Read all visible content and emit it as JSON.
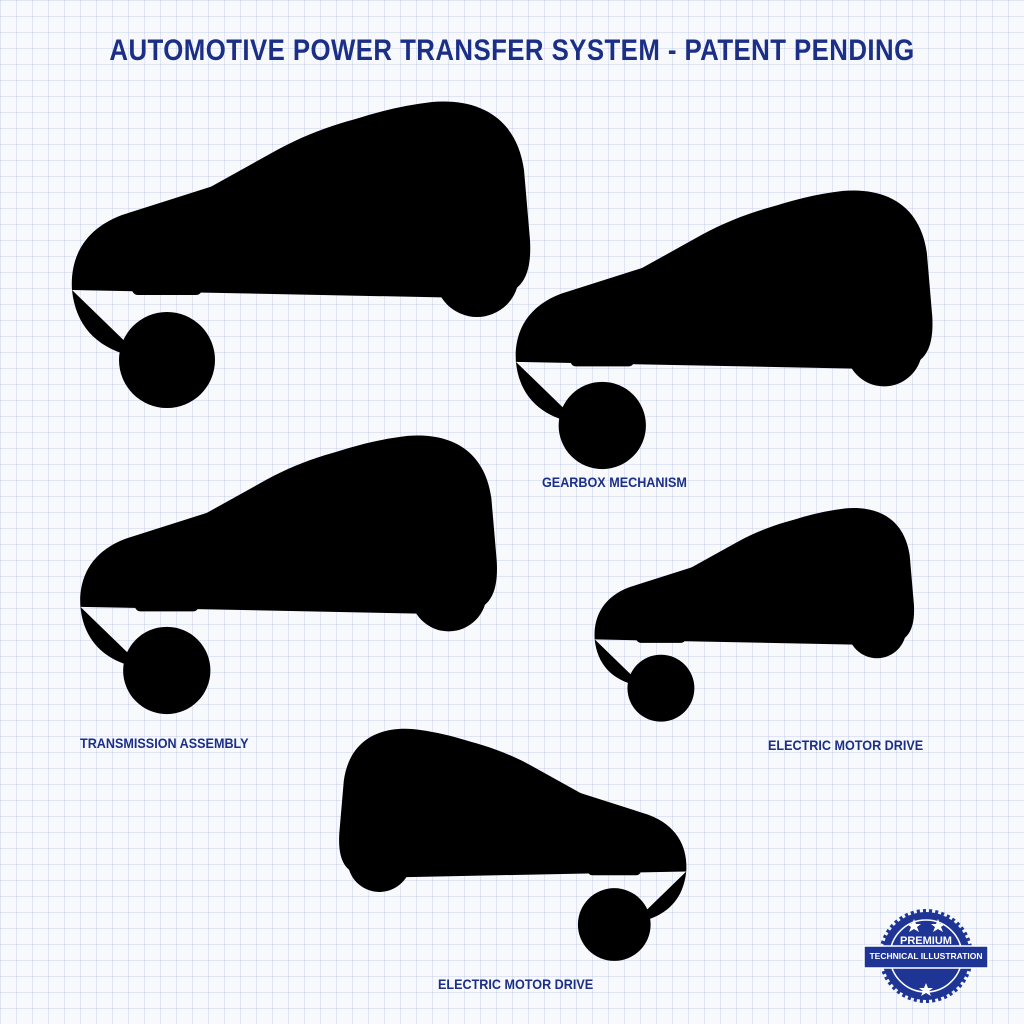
{
  "title": "AUTOMOTIVE POWER TRANSFER SYSTEM - PATENT PENDING",
  "captions": {
    "gearbox": "GEARBOX MECHANISM",
    "transmission": "TRANSMISSION ASSEMBLY",
    "electric_right": "ELECTRIC MOTOR DRIVE",
    "electric_bottom": "ELECTRIC MOTOR DRIVE"
  },
  "seal": {
    "line1": "PREMIUM",
    "line2": "TECHNICAL ILLUSTRATION"
  },
  "colors": {
    "ink": "#1b2f86",
    "paper": "#f7f9fd",
    "seal": "#1e3596"
  }
}
